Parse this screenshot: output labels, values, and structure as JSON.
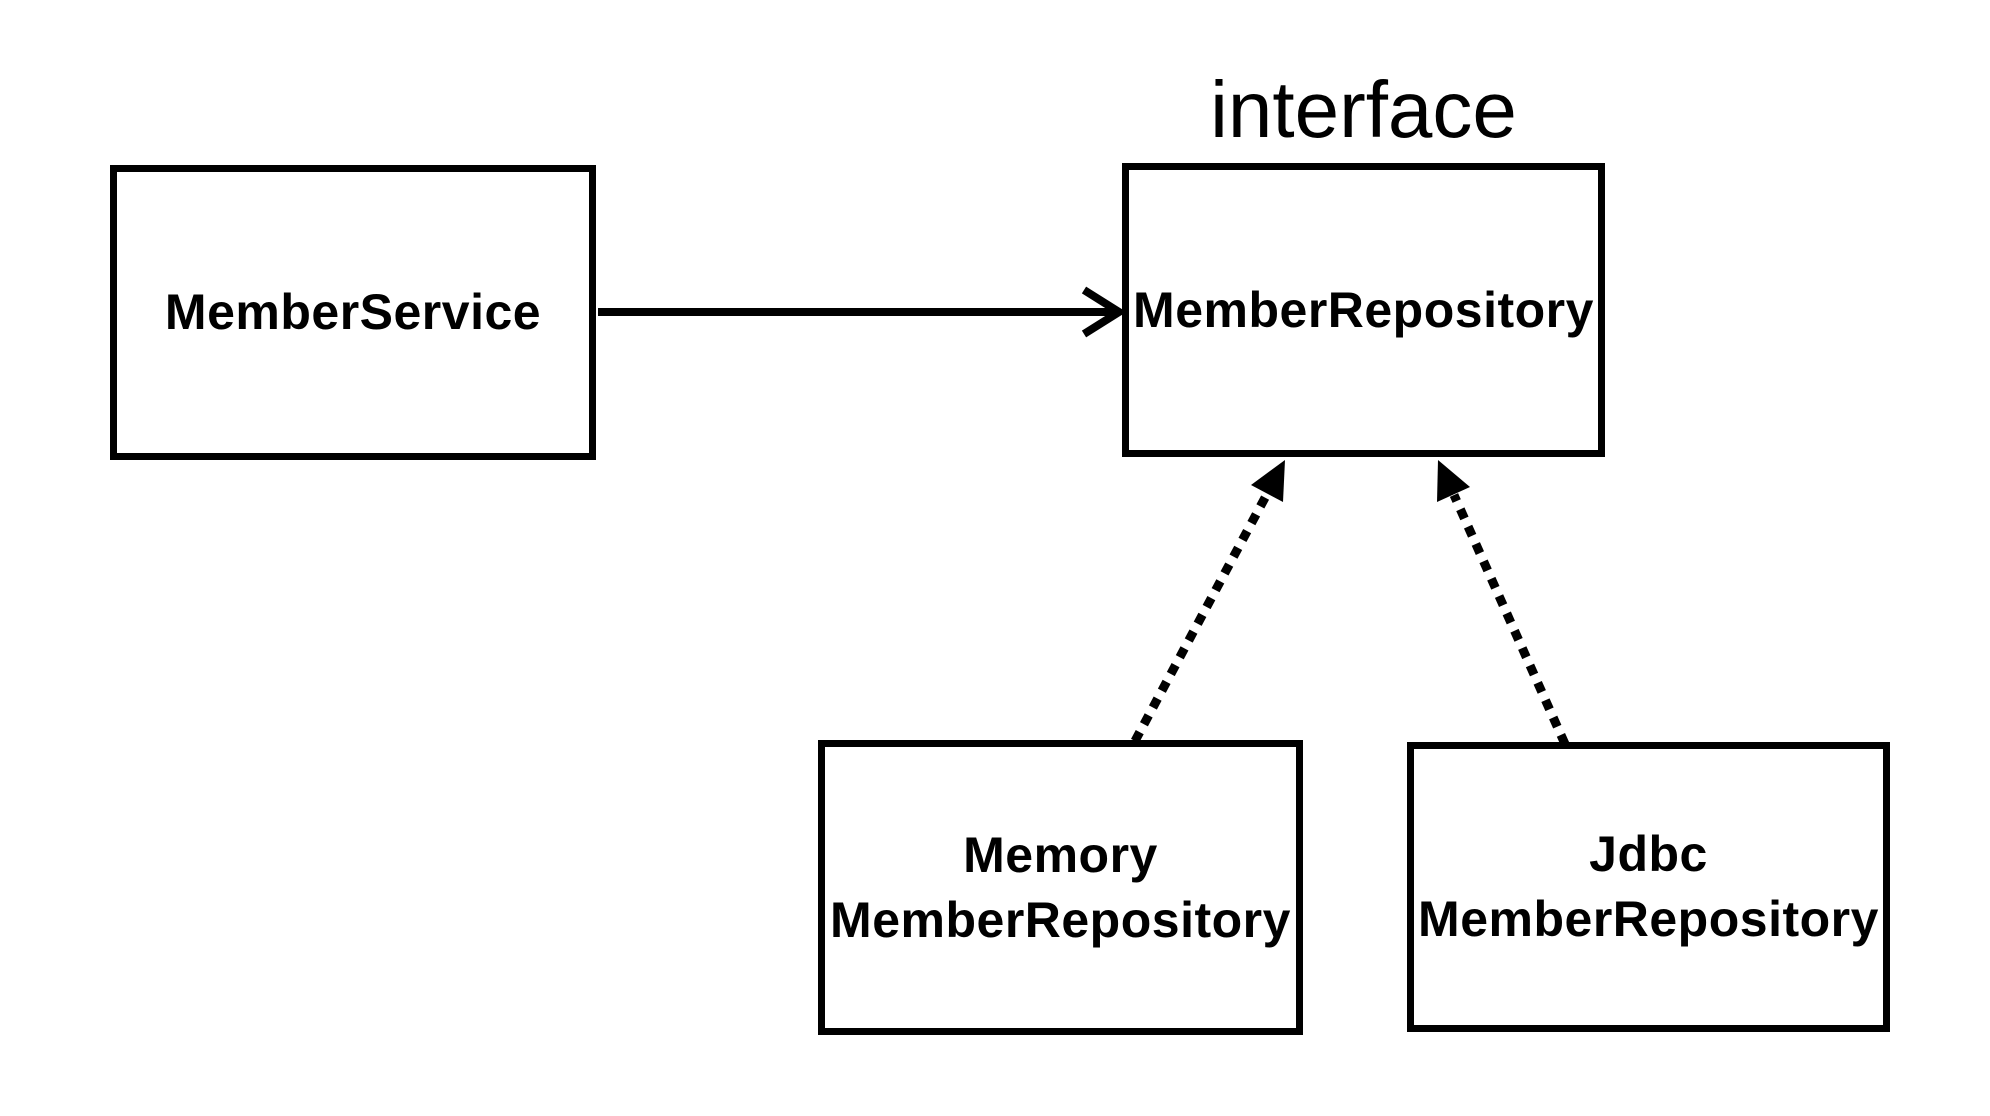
{
  "diagram": {
    "type": "class-diagram",
    "background_color": "#ffffff",
    "ink_color": "#000000",
    "interface_label": "interface",
    "nodes": [
      {
        "id": "member-service",
        "lines": [
          "MemberService"
        ]
      },
      {
        "id": "member-repository",
        "lines": [
          "MemberRepository"
        ],
        "stereotype": "interface"
      },
      {
        "id": "memory-member-repository",
        "lines": [
          "Memory",
          "MemberRepository"
        ]
      },
      {
        "id": "jdbc-member-repository",
        "lines": [
          "Jdbc",
          "MemberRepository"
        ]
      }
    ],
    "edges": [
      {
        "from": "member-service",
        "to": "member-repository",
        "line_style": "solid",
        "arrowhead": "open-chevron"
      },
      {
        "from": "memory-member-repository",
        "to": "member-repository",
        "line_style": "dashed",
        "arrowhead": "filled-triangle"
      },
      {
        "from": "jdbc-member-repository",
        "to": "member-repository",
        "line_style": "dashed",
        "arrowhead": "filled-triangle"
      }
    ]
  }
}
